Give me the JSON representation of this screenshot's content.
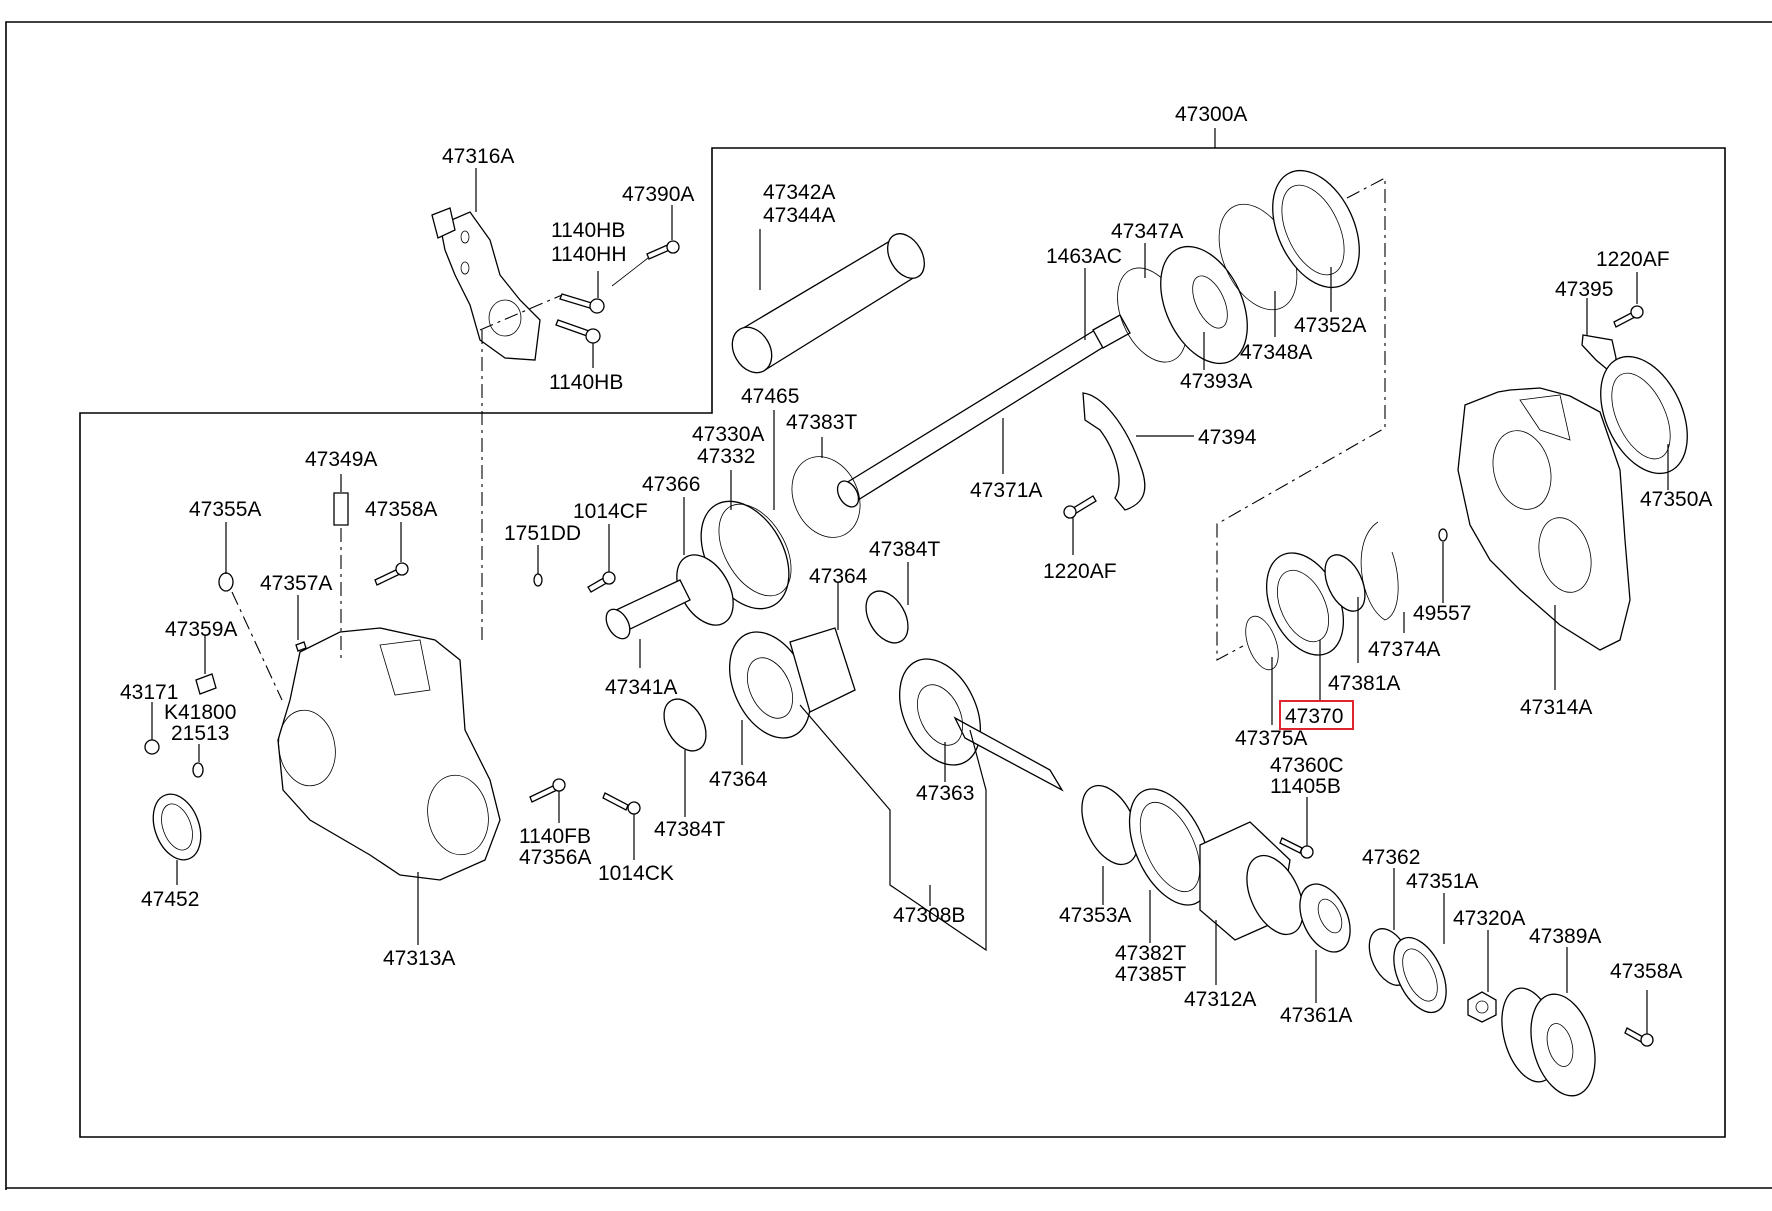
{
  "diagram": {
    "title": "Transfer case exploded parts diagram",
    "highlight_color": "#e0262a",
    "highlighted_part": "47370",
    "assembly_label": "47300A",
    "labels": {
      "p47300A": "47300A",
      "p47316A": "47316A",
      "p47390A": "47390A",
      "p1140HB_a": "1140HB",
      "p1140HH": "1140HH",
      "p1140HB_b": "1140HB",
      "p47342A": "47342A",
      "p47344A": "47344A",
      "p47347A": "47347A",
      "p1463AC": "1463AC",
      "p47352A": "47352A",
      "p47348A": "47348A",
      "p47393A": "47393A",
      "p47394": "47394",
      "p47371A": "47371A",
      "p1220AF_a": "1220AF",
      "p1220AF_b": "1220AF",
      "p47395": "47395",
      "p47350A": "47350A",
      "p47465": "47465",
      "p47330A": "47330A",
      "p47332": "47332",
      "p47383T": "47383T",
      "p47366": "47366",
      "p1014CF": "1014CF",
      "p1751DD": "1751DD",
      "p47384T_a": "47384T",
      "p47364_a": "47364",
      "p47341A": "47341A",
      "p47349A": "47349A",
      "p47355A": "47355A",
      "p47358A_a": "47358A",
      "p47357A": "47357A",
      "p47359A": "47359A",
      "p43171": "43171",
      "pK41800": "K41800",
      "p21513": "21513",
      "p47452": "47452",
      "p47313A": "47313A",
      "p1140FB": "1140FB",
      "p47356A": "47356A",
      "p1014CK": "1014CK",
      "p47384T_b": "47384T",
      "p47364_b": "47364",
      "p47363": "47363",
      "p47308B": "47308B",
      "p47353A": "47353A",
      "p47382T": "47382T",
      "p47385T": "47385T",
      "p47312A": "47312A",
      "p47360C": "47360C",
      "p11405B": "11405B",
      "p47361A": "47361A",
      "p47362": "47362",
      "p47351A": "47351A",
      "p47320A": "47320A",
      "p47389A": "47389A",
      "p47358A_b": "47358A",
      "p47370": "47370",
      "p47375A": "47375A",
      "p47381A": "47381A",
      "p47374A": "47374A",
      "p49557": "49557",
      "p47314A": "47314A"
    }
  }
}
